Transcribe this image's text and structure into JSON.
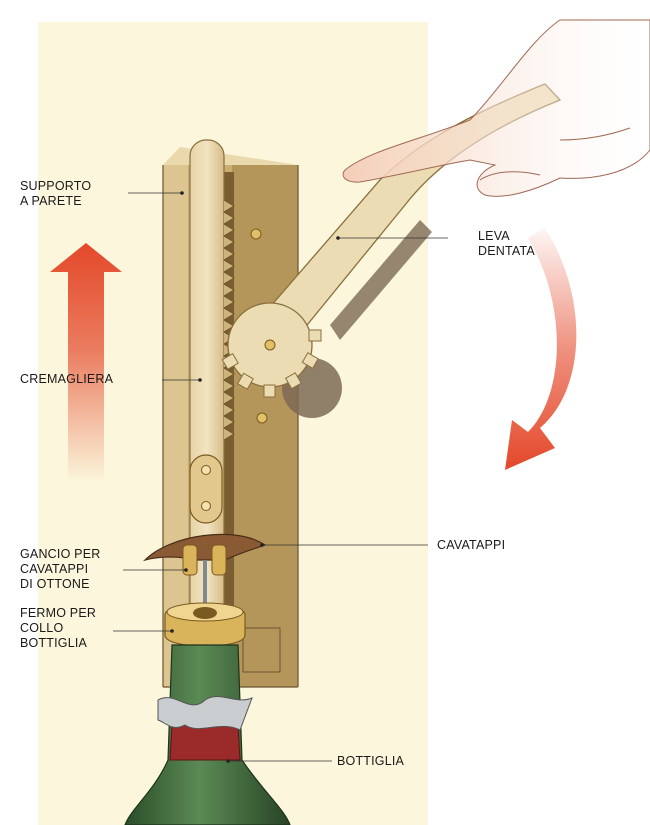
{
  "labels": {
    "supporto": [
      "SUPPORTO",
      "A PARETE"
    ],
    "leva": [
      "LEVA",
      "DENTATA"
    ],
    "cremagliera": [
      "CREMAGLIERA"
    ],
    "cavatappi": [
      "CAVATAPPI"
    ],
    "gancio": [
      "GANCIO PER",
      "CAVATAPPI",
      "DI OTTONE"
    ],
    "fermo": [
      "FERMO PER",
      "COLLO",
      "BOTTIGLIA"
    ],
    "bottiglia": [
      "BOTTIGLIA"
    ]
  },
  "colors": {
    "wall": "#fbf6dc",
    "wood": "#d8c18c",
    "wood_dark": "#9c8048",
    "light_wood": "#ecdcb4",
    "brass": "#d9b45a",
    "bottle": "#3d6a3a",
    "foil_red": "#9a2b2a",
    "arrow": "#e4482a",
    "skin": "#f6d9c8"
  }
}
